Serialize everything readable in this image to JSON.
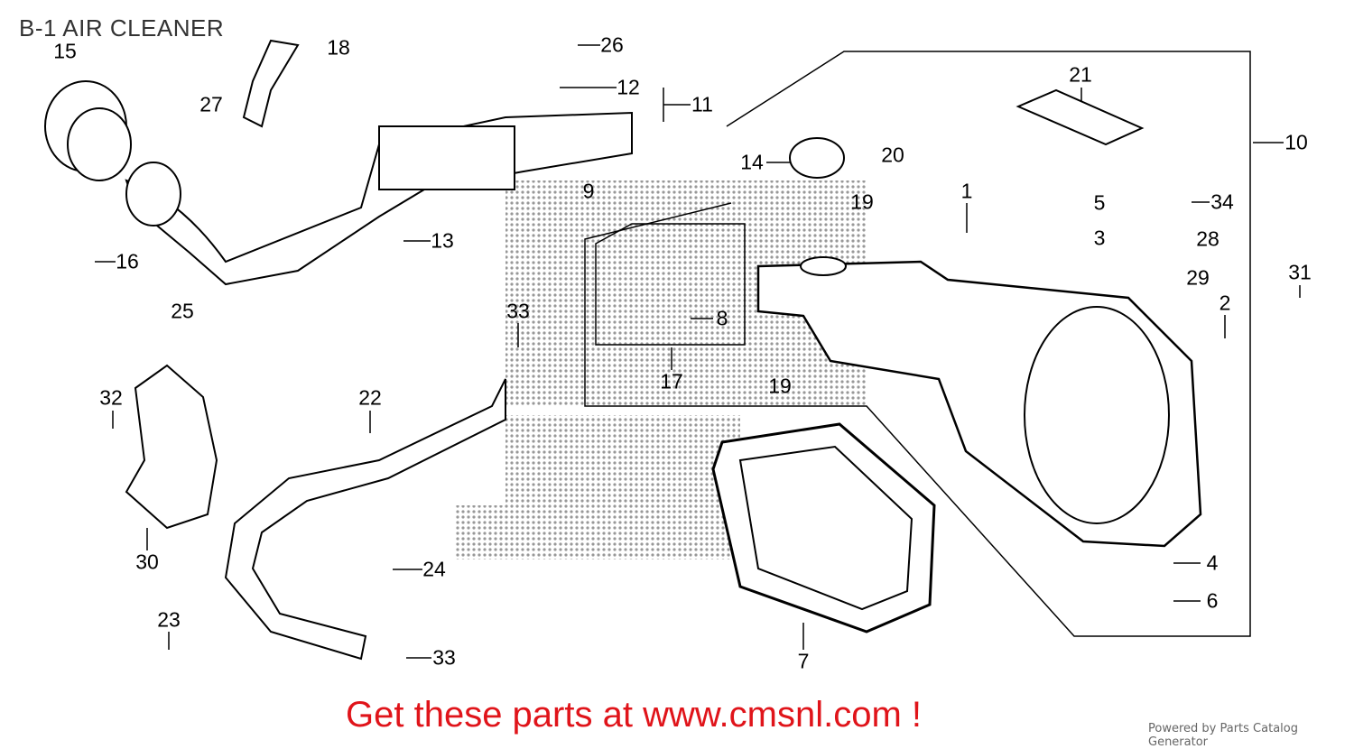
{
  "title": "B-1 AIR CLEANER",
  "callouts": [
    "15",
    "18",
    "27",
    "26",
    "12",
    "11",
    "9",
    "13",
    "16",
    "25",
    "14",
    "20",
    "19",
    "1",
    "5",
    "3",
    "34",
    "28",
    "29",
    "21",
    "10",
    "31",
    "2",
    "8",
    "33",
    "17",
    "19",
    "32",
    "22",
    "30",
    "24",
    "4",
    "6",
    "23",
    "33",
    "7"
  ],
  "promo_link": "Get these parts at www.cmsnl.com !",
  "powered_by": "Powered by Parts Catalog Generator",
  "colors": {
    "promo": "#e0141a",
    "title": "#333333"
  }
}
